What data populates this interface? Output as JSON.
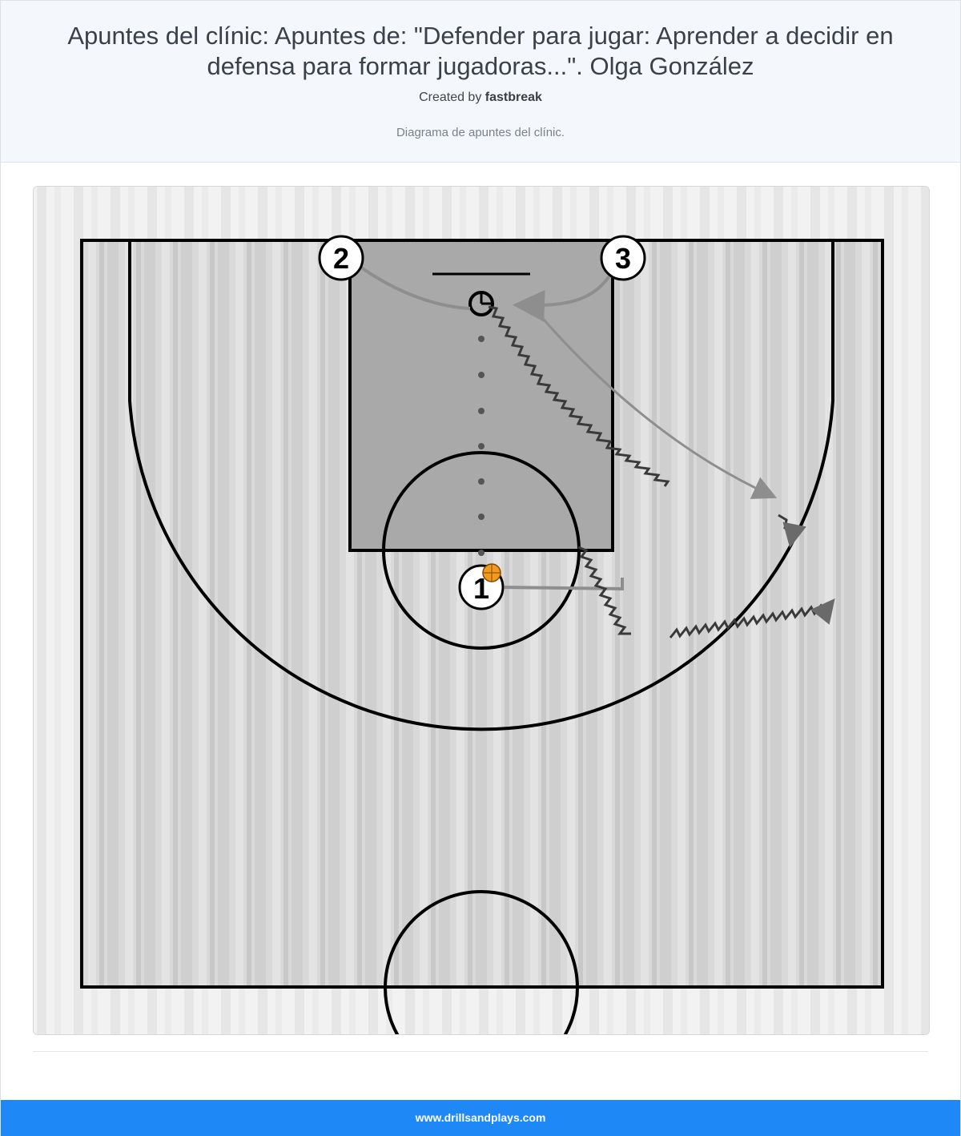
{
  "header": {
    "title": "Apuntes del clínic: Apuntes de: \"Defender para jugar: Aprender a decidir en defensa para formar jugadoras...\". Olga González",
    "created_by_prefix": "Created by",
    "author": "fastbreak",
    "description": "Diagrama de apuntes del clínic."
  },
  "diagram": {
    "players": [
      {
        "label": "1",
        "has_ball": true
      },
      {
        "label": "2",
        "has_ball": false
      },
      {
        "label": "3",
        "has_ball": false
      }
    ],
    "colors": {
      "court": "#cccccc",
      "paint": "#a8a8a8",
      "lines": "#000000",
      "ball": "#f39a1e",
      "movement": "#8e8e8e"
    }
  },
  "footer": {
    "site": "www.drillsandplays.com"
  }
}
